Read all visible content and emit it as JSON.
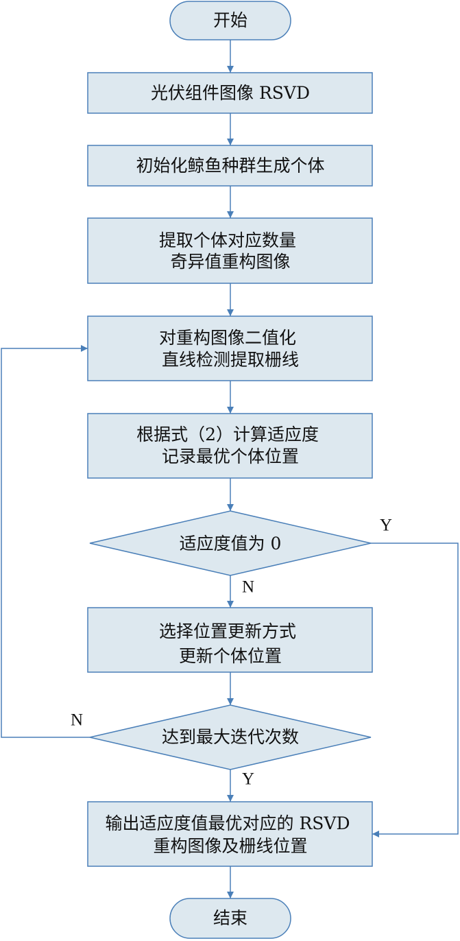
{
  "nodes": {
    "start": {
      "lines": [
        "开始"
      ]
    },
    "rsvd": {
      "lines": [
        "光伏组件图像 RSVD"
      ]
    },
    "init": {
      "lines": [
        "初始化鲸鱼种群生成个体"
      ]
    },
    "extract": {
      "lines": [
        "提取个体对应数量",
        "奇异值重构图像"
      ]
    },
    "binarize": {
      "lines": [
        "对重构图像二值化",
        "直线检测提取栅线"
      ]
    },
    "fitness": {
      "lines": [
        "根据式（2）计算适应度",
        "记录最优个体位置"
      ]
    },
    "check_zero": {
      "lines": [
        "适应度值为 0"
      ]
    },
    "update": {
      "lines": [
        "选择位置更新方式",
        "更新个体位置"
      ]
    },
    "check_max": {
      "lines": [
        "达到最大迭代次数"
      ]
    },
    "output": {
      "lines": [
        "输出适应度值最优对应的 RSVD",
        "重构图像及栅线位置"
      ]
    },
    "end": {
      "lines": [
        "结束"
      ]
    }
  },
  "edge_labels": {
    "zero_yes": "Y",
    "zero_no": "N",
    "max_no": "N",
    "max_yes": "Y"
  },
  "colors": {
    "node_fill": "#dde8ef",
    "stroke": "#4a7fb8",
    "text": "#111111"
  }
}
